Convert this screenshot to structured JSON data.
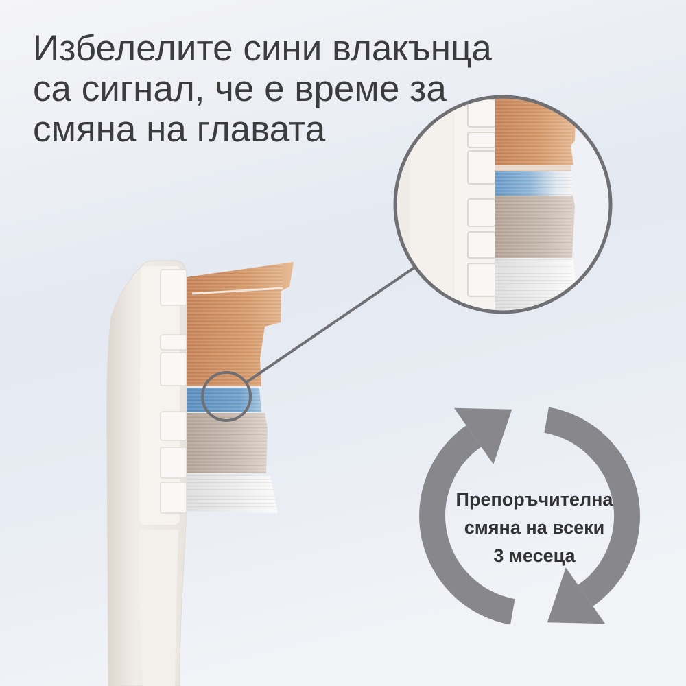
{
  "headline": {
    "lines": [
      "Избелелите сини влакънца",
      "са сигнал, че е време за",
      "смяна на главата"
    ]
  },
  "replacement_badge": {
    "lines": [
      "Препоръчителна",
      "смяна на всеки",
      "3 месеца"
    ]
  },
  "icons": {
    "cycle": "cycle-arrows-icon",
    "zoom": "zoom-callout-icon"
  },
  "colors": {
    "text": "#3c3c3e",
    "arrows": "#88888c",
    "callout": "#707074",
    "bristle_orange": "#d69a6b",
    "bristle_blue": "#6f9fca",
    "bristle_taupe": "#c7bab0",
    "bristle_white": "#f1f1f1"
  }
}
